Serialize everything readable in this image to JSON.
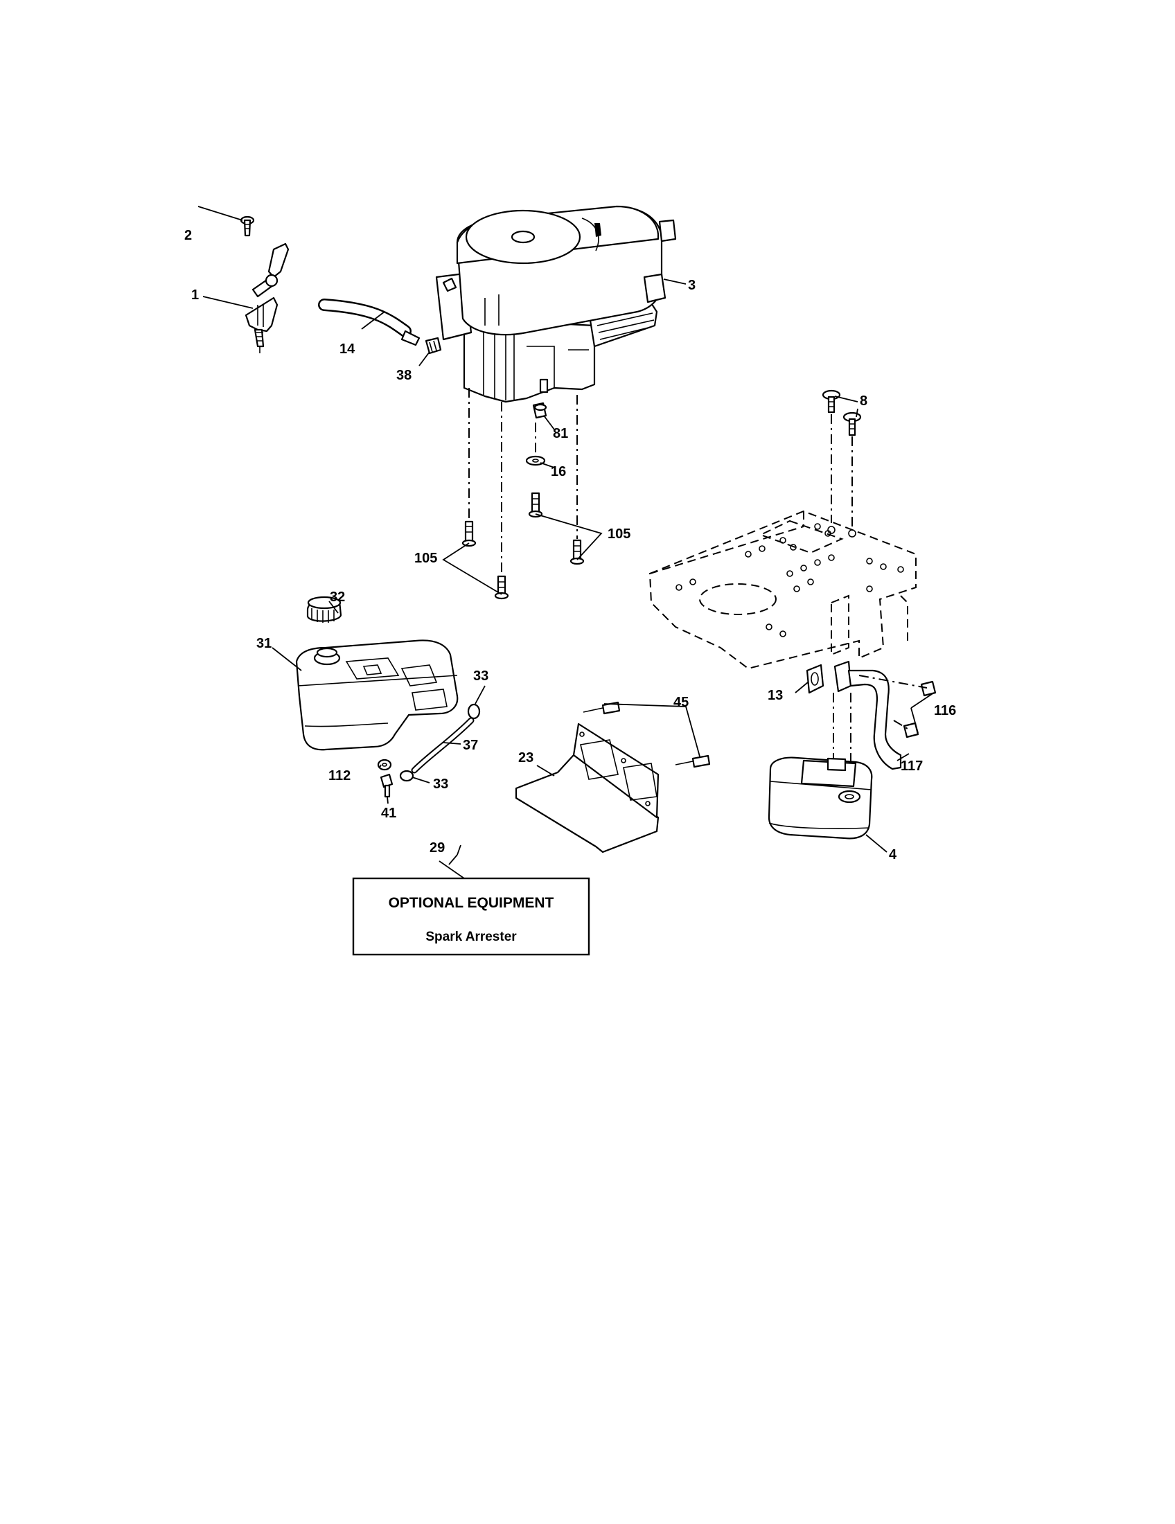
{
  "callouts": {
    "c1": "1",
    "c2": "2",
    "c3": "3",
    "c4": "4",
    "c8": "8",
    "c13": "13",
    "c14": "14",
    "c16": "16",
    "c23": "23",
    "c29": "29",
    "c31": "31",
    "c32": "32",
    "c33a": "33",
    "c33b": "33",
    "c37": "37",
    "c38": "38",
    "c41": "41",
    "c45": "45",
    "c81": "81",
    "c105a": "105",
    "c105b": "105",
    "c112": "112",
    "c116": "116",
    "c117": "117"
  },
  "option_box": {
    "title": "OPTIONAL EQUIPMENT",
    "subtitle": "Spark Arrester"
  }
}
